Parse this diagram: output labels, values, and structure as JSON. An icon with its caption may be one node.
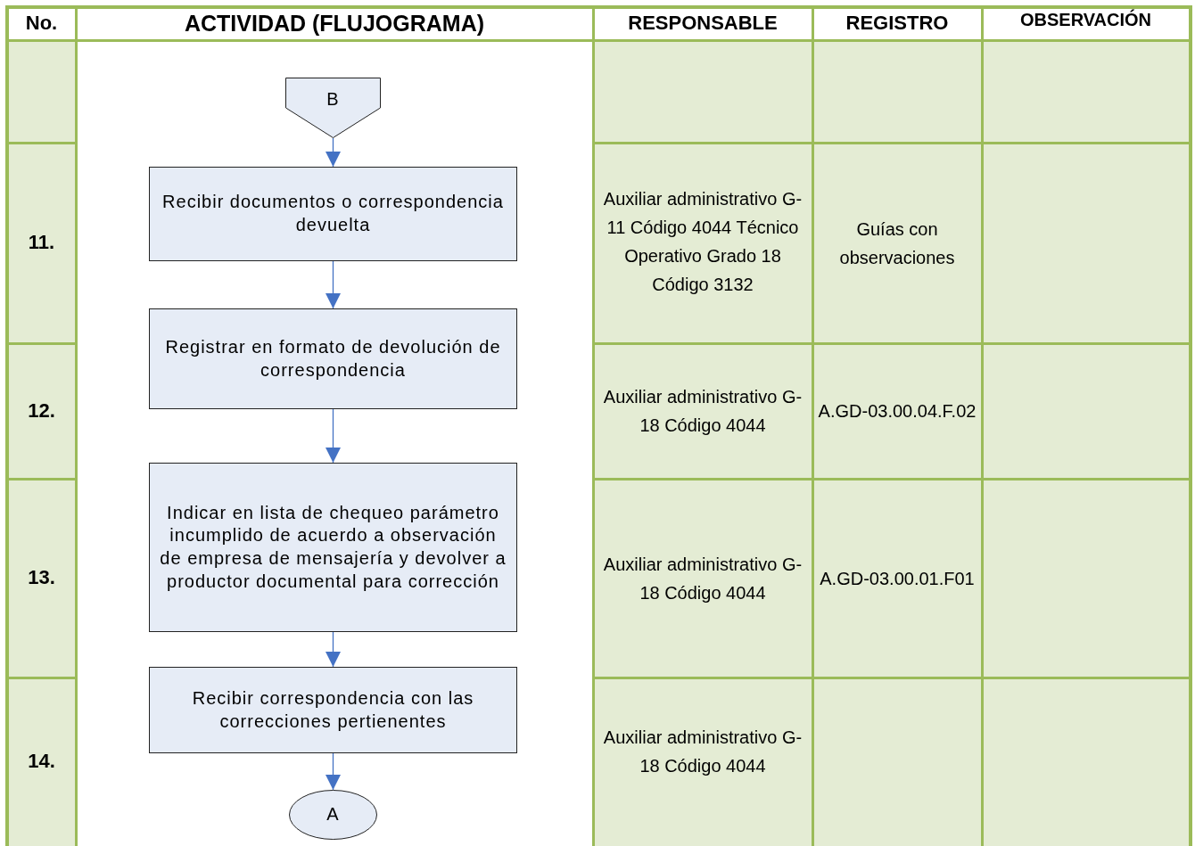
{
  "diagram": {
    "nodes": [
      {
        "text": [
          "B"
        ]
      },
      {
        "text": [
          "Recibir documentos o correspondencia devuelta"
        ]
      },
      {
        "text": [
          "Registrar en formato de devolución de correspondencia"
        ]
      },
      {
        "text": [
          "Indicar en lista de chequeo parámetro incumplido de acuerdo a observación de empresa de mensajería y devolver a productor documental para corrección"
        ]
      },
      {
        "text": [
          "Recibir correspondencia con las correcciones pertienentes"
        ]
      },
      {
        "text": [
          "A"
        ]
      }
    ],
    "edges": [
      {
        "from": 0,
        "to": 1,
        "arrow": "to"
      },
      {
        "from": 1,
        "to": 2,
        "arrow": "to"
      },
      {
        "from": 2,
        "to": 3,
        "arrow": "to"
      },
      {
        "from": 3,
        "to": 4,
        "arrow": "to"
      },
      {
        "from": 4,
        "to": 5,
        "arrow": "to"
      }
    ],
    "labels": [
      "No.",
      "ACTIVIDAD (FLUJOGRAMA)",
      "RESPONSABLE",
      "REGISTRO",
      "OBSERVACIÓN",
      "11.",
      "Auxiliar administrativo G-11 Código 4044 Técnico Operativo Grado 18 Código 3132",
      "Guías con observaciones",
      "12.",
      "Auxiliar administrativo G-18 Código 4044",
      "A.GD-03.00.04.F.02",
      "13.",
      "Auxiliar administrativo G-18 Código 4044",
      "A.GD-03.00.01.F01",
      "14.",
      "Auxiliar administrativo G-18 Código 4044"
    ]
  }
}
